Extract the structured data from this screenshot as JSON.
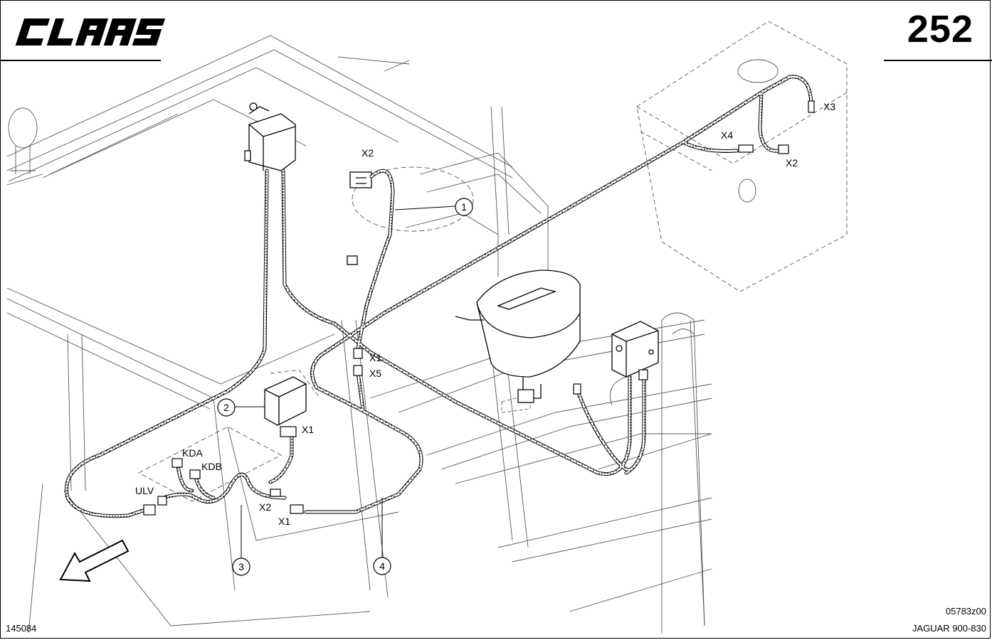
{
  "header": {
    "brand_logo": "CLAAS",
    "page_number": "252"
  },
  "footer": {
    "figure_code": "145084",
    "drawing_code": "05783z00",
    "model": "JAGUAR 900-830"
  },
  "callouts": [
    {
      "id": "c1",
      "label": "1"
    },
    {
      "id": "c2",
      "label": "2"
    },
    {
      "id": "c3",
      "label": "3"
    },
    {
      "id": "c4",
      "label": "4"
    }
  ],
  "connector_labels": {
    "x2_top": "X2",
    "x3": "X3",
    "x4": "X4",
    "x2_right": "X2",
    "x1_center": "X1",
    "x5": "X5",
    "x1_mid": "X1",
    "kda": "KDA",
    "kdb": "KDB",
    "ulv": "ULV",
    "x2_lower": "X2",
    "x1_lower": "X1"
  },
  "icons": {
    "logo": "claas-logo",
    "arrow": "direction-arrow-icon"
  },
  "colors": {
    "line": "#000000",
    "background": "#ffffff"
  }
}
